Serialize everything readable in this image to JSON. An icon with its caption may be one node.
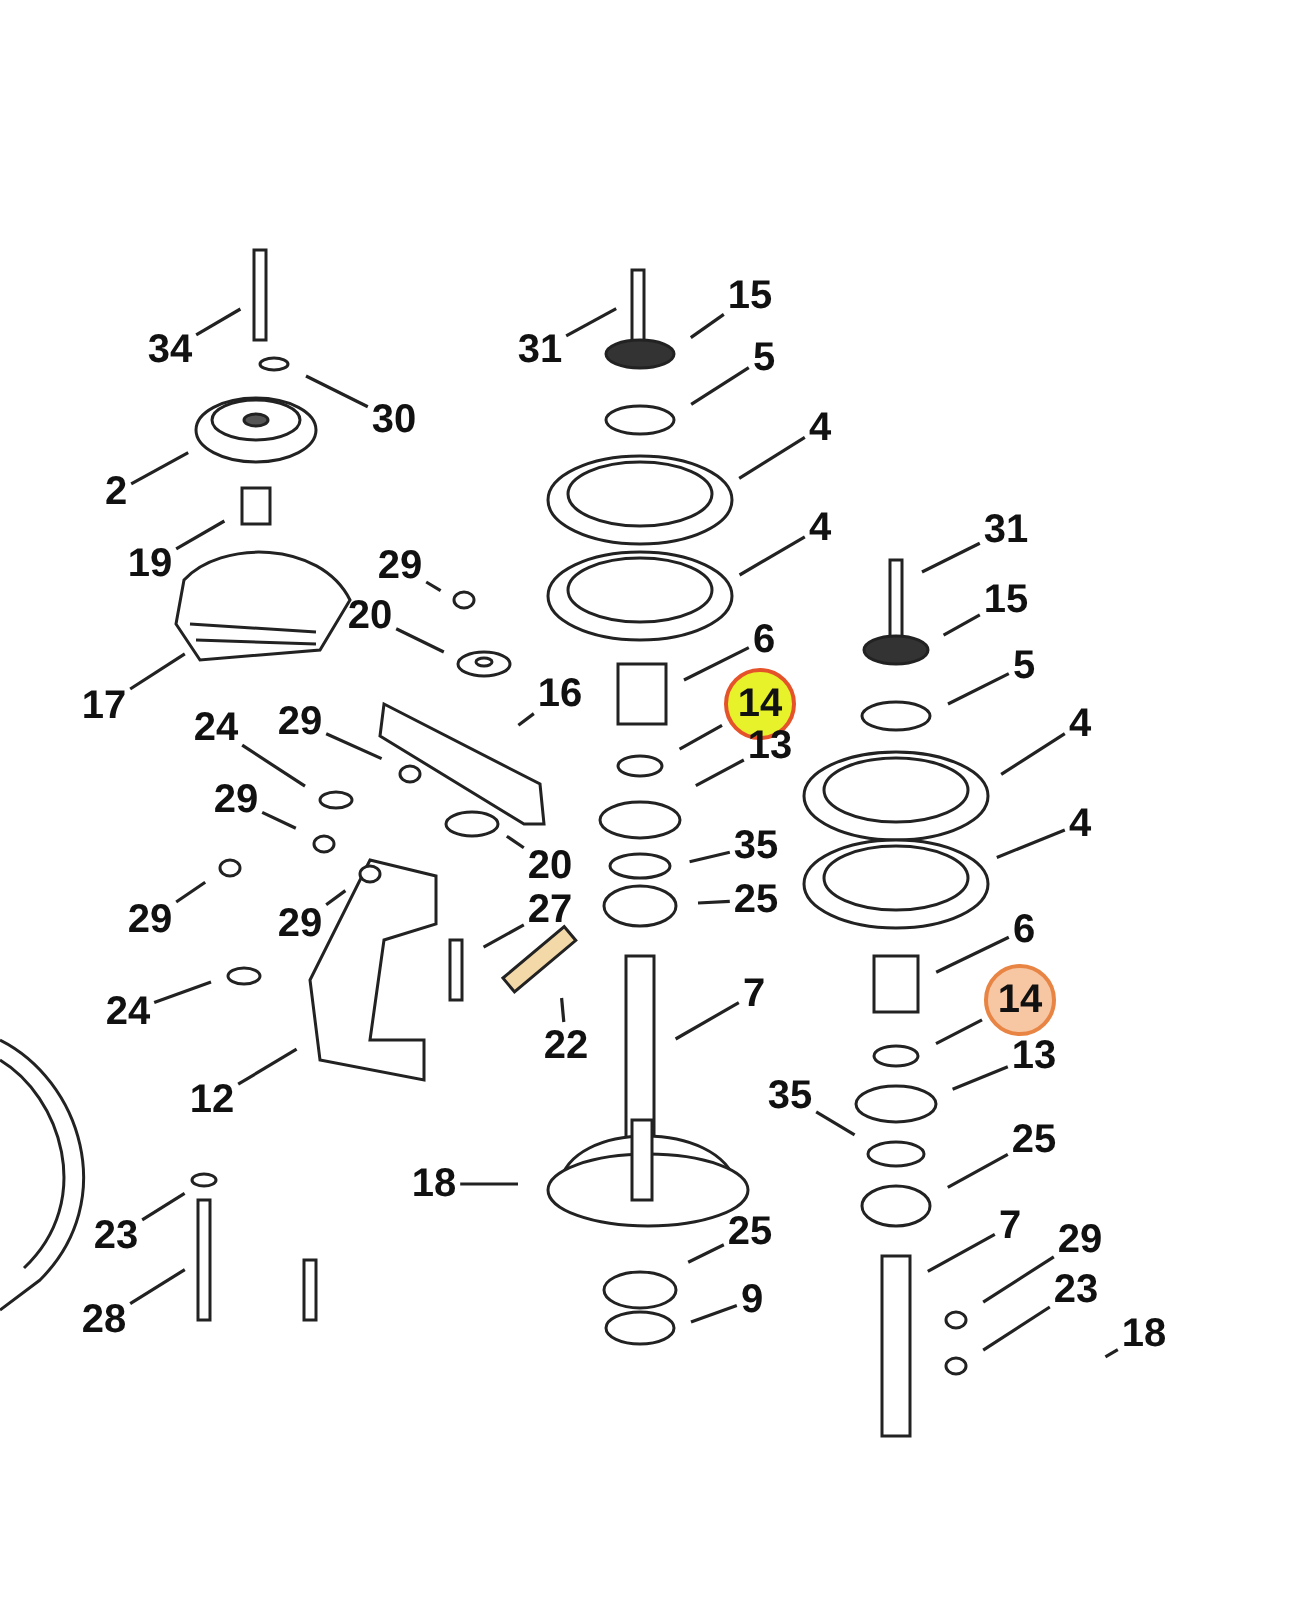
{
  "diagram": {
    "nodes": [
      {
        "text": [
          "34"
        ]
      },
      {
        "text": [
          "30"
        ]
      },
      {
        "text": [
          "2"
        ]
      },
      {
        "text": [
          "19"
        ]
      },
      {
        "text": [
          "29"
        ]
      },
      {
        "text": [
          "20"
        ]
      },
      {
        "text": [
          "17"
        ]
      },
      {
        "text": [
          "16"
        ]
      },
      {
        "text": [
          "24"
        ]
      },
      {
        "text": [
          "29"
        ]
      },
      {
        "text": [
          "29"
        ]
      },
      {
        "text": [
          "20"
        ]
      },
      {
        "text": [
          "29"
        ]
      },
      {
        "text": [
          "29"
        ]
      },
      {
        "text": [
          "24"
        ]
      },
      {
        "text": [
          "27"
        ]
      },
      {
        "text": [
          "22"
        ]
      },
      {
        "text": [
          "12"
        ]
      },
      {
        "text": [
          "18"
        ]
      },
      {
        "text": [
          "23"
        ]
      },
      {
        "text": [
          "28"
        ]
      },
      {
        "text": [
          "31"
        ]
      },
      {
        "text": [
          "15"
        ]
      },
      {
        "text": [
          "5"
        ]
      },
      {
        "text": [
          "4"
        ]
      },
      {
        "text": [
          "4"
        ]
      },
      {
        "text": [
          "6"
        ]
      },
      {
        "text": [
          "14"
        ]
      },
      {
        "text": [
          "13"
        ]
      },
      {
        "text": [
          "35"
        ]
      },
      {
        "text": [
          "25"
        ]
      },
      {
        "text": [
          "7"
        ]
      },
      {
        "text": [
          "25"
        ]
      },
      {
        "text": [
          "9"
        ]
      },
      {
        "text": [
          "31"
        ]
      },
      {
        "text": [
          "15"
        ]
      },
      {
        "text": [
          "5"
        ]
      },
      {
        "text": [
          "4"
        ]
      },
      {
        "text": [
          "4"
        ]
      },
      {
        "text": [
          "6"
        ]
      },
      {
        "text": [
          "14"
        ]
      },
      {
        "text": [
          "13"
        ]
      },
      {
        "text": [
          "35"
        ]
      },
      {
        "text": [
          "25"
        ]
      },
      {
        "text": [
          "7"
        ]
      },
      {
        "text": [
          "29"
        ]
      },
      {
        "text": [
          "23"
        ]
      },
      {
        "text": [
          "18"
        ]
      }
    ],
    "edges": [
      {
        "from": 0,
        "to": null,
        "arrow": "none"
      },
      {
        "from": 1,
        "to": null,
        "arrow": "none"
      },
      {
        "from": 2,
        "to": null,
        "arrow": "none"
      },
      {
        "from": 3,
        "to": null,
        "arrow": "none"
      },
      {
        "from": 4,
        "to": null,
        "arrow": "none"
      },
      {
        "from": 5,
        "to": null,
        "arrow": "none"
      },
      {
        "from": 6,
        "to": null,
        "arrow": "none"
      },
      {
        "from": 7,
        "to": null,
        "arrow": "none"
      },
      {
        "from": 8,
        "to": null,
        "arrow": "none"
      },
      {
        "from": 9,
        "to": null,
        "arrow": "none"
      },
      {
        "from": 10,
        "to": null,
        "arrow": "none"
      },
      {
        "from": 11,
        "to": null,
        "arrow": "none"
      },
      {
        "from": 12,
        "to": null,
        "arrow": "none"
      },
      {
        "from": 13,
        "to": null,
        "arrow": "none"
      },
      {
        "from": 14,
        "to": null,
        "arrow": "none"
      },
      {
        "from": 15,
        "to": null,
        "arrow": "none"
      },
      {
        "from": 16,
        "to": null,
        "arrow": "none"
      },
      {
        "from": 17,
        "to": null,
        "arrow": "none"
      },
      {
        "from": 18,
        "to": null,
        "arrow": "none"
      },
      {
        "from": 19,
        "to": null,
        "arrow": "none"
      },
      {
        "from": 20,
        "to": null,
        "arrow": "none"
      },
      {
        "from": 21,
        "to": null,
        "arrow": "none"
      },
      {
        "from": 22,
        "to": null,
        "arrow": "none"
      },
      {
        "from": 23,
        "to": null,
        "arrow": "none"
      },
      {
        "from": 24,
        "to": null,
        "arrow": "none"
      },
      {
        "from": 25,
        "to": null,
        "arrow": "none"
      },
      {
        "from": 26,
        "to": null,
        "arrow": "none"
      },
      {
        "from": 27,
        "to": null,
        "arrow": "none"
      },
      {
        "from": 28,
        "to": null,
        "arrow": "none"
      },
      {
        "from": 29,
        "to": null,
        "arrow": "none"
      },
      {
        "from": 30,
        "to": null,
        "arrow": "none"
      },
      {
        "from": 31,
        "to": null,
        "arrow": "none"
      },
      {
        "from": 32,
        "to": null,
        "arrow": "none"
      },
      {
        "from": 33,
        "to": null,
        "arrow": "none"
      },
      {
        "from": 34,
        "to": null,
        "arrow": "none"
      },
      {
        "from": 35,
        "to": null,
        "arrow": "none"
      },
      {
        "from": 36,
        "to": null,
        "arrow": "none"
      },
      {
        "from": 37,
        "to": null,
        "arrow": "none"
      },
      {
        "from": 38,
        "to": null,
        "arrow": "none"
      },
      {
        "from": 39,
        "to": null,
        "arrow": "none"
      },
      {
        "from": 40,
        "to": null,
        "arrow": "none"
      },
      {
        "from": 41,
        "to": null,
        "arrow": "none"
      },
      {
        "from": 42,
        "to": null,
        "arrow": "none"
      },
      {
        "from": 43,
        "to": null,
        "arrow": "none"
      },
      {
        "from": 44,
        "to": null,
        "arrow": "none"
      },
      {
        "from": 45,
        "to": null,
        "arrow": "none"
      },
      {
        "from": 46,
        "to": null,
        "arrow": "none"
      },
      {
        "from": 47,
        "to": null,
        "arrow": "none"
      }
    ]
  }
}
